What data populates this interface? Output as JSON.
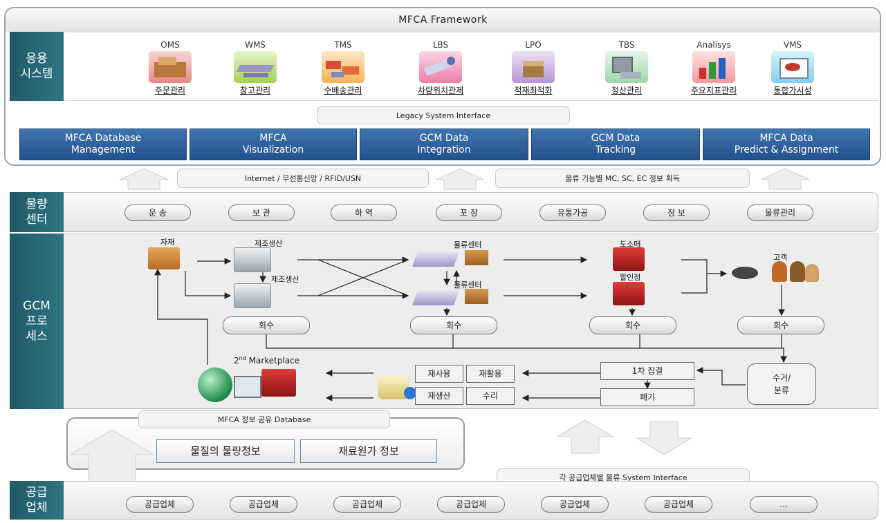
{
  "framework_title": "MFCA Framework",
  "application_section": {
    "heading": "응용\n시스템",
    "apps": [
      {
        "code": "OMS",
        "label": "주문관리",
        "icon": "order-management-icon"
      },
      {
        "code": "WMS",
        "label": "창고관리",
        "icon": "warehouse-management-icon"
      },
      {
        "code": "TMS",
        "label": "수배송관리",
        "icon": "transport-management-icon"
      },
      {
        "code": "LBS",
        "label": "차량위치관제",
        "icon": "vehicle-location-icon"
      },
      {
        "code": "LPO",
        "label": "적재최적화",
        "icon": "load-optimization-icon"
      },
      {
        "code": "TBS",
        "label": "정산관리",
        "icon": "settlement-icon"
      },
      {
        "code": "Analisys",
        "label": "주요지표관리",
        "icon": "kpi-chart-icon"
      },
      {
        "code": "VMS",
        "label": "통합가시성",
        "icon": "visibility-eye-icon"
      }
    ],
    "legacy_interface": "Legacy System Interface",
    "modules": [
      "MFCA Database\nManagement",
      "MFCA\nVisualization",
      "GCM Data\nIntegration",
      "GCM Data\nTracking",
      "MFCA Data\nPredict & Assignment"
    ]
  },
  "network_labels": {
    "left": "Internet / 무선통신망 / RFID/USN",
    "right": "물류 기능별 MC, SC, EC 정보 획득"
  },
  "logistics_center": {
    "heading": "물량\n센터",
    "functions": [
      "운 송",
      "보 관",
      "하 역",
      "포 장",
      "유통가공",
      "정 보",
      "물류관리"
    ]
  },
  "gcm_process": {
    "heading": "GCM\n프로\n세스",
    "nodes": {
      "material": "자재",
      "manufacturing_1": "제조생산",
      "manufacturing_2": "제조생산",
      "logistics_center_1": "물류센터",
      "logistics_center_2": "물류센터",
      "wholesale_retail": "도소매",
      "discount_store": "할인점",
      "customer": "고객"
    },
    "return_label": "회수",
    "marketplace_prefix": "2",
    "marketplace_sup": "nd",
    "marketplace_suffix": " Marketplace",
    "reuse_boxes": [
      "재사용",
      "재활용",
      "재생산",
      "수리"
    ],
    "primary_collection": "1차 집결",
    "disposal": "폐기",
    "collection_sort": "수거/\n분류"
  },
  "shared_db": {
    "title": "MFCA 정보 공유 Database",
    "items": [
      "물질의 물량정보",
      "재료원가 정보"
    ]
  },
  "supplier_interface": "각 공급업체별 물류 System Interface",
  "suppliers": {
    "heading": "공급\n업체",
    "items": [
      "공급업체",
      "공급업체",
      "공급업체",
      "공급업체",
      "공급업체",
      "공급업체",
      "..."
    ]
  },
  "colors": {
    "sidebar_teal": "#1f5a66",
    "module_blue": "#2c5d98",
    "panel_grey": "#ececec"
  }
}
